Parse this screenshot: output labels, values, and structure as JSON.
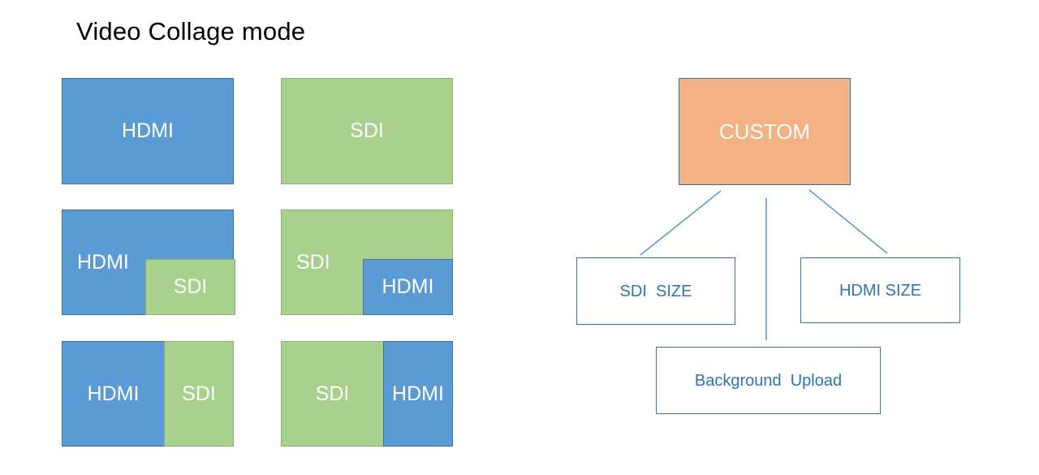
{
  "slide": {
    "title": "Video Collage mode",
    "background": "#ffffff"
  },
  "colors": {
    "hdmi_blue": "#5b9bd5",
    "hdmi_blue_border": "#41719c",
    "sdi_green": "#a9d18e",
    "sdi_green_border": "#8cb272",
    "custom_orange": "#f4b183",
    "accent_blue": "#2e74b5",
    "label_white": "#ffffff",
    "connector_blue": "#5b9bd5"
  },
  "collage_layouts": {
    "row1": {
      "left": {
        "name": "full-hdmi",
        "panes": [
          {
            "label": "HDMI",
            "color": "hdmi_blue"
          }
        ]
      },
      "right": {
        "name": "full-sdi",
        "panes": [
          {
            "label": "SDI",
            "color": "sdi_green"
          }
        ]
      }
    },
    "row2": {
      "left": {
        "name": "hdmi-base-sdi-pip",
        "base": {
          "label": "HDMI",
          "color": "hdmi_blue"
        },
        "inset": {
          "label": "SDI",
          "color": "sdi_green"
        }
      },
      "right": {
        "name": "sdi-base-hdmi-pip",
        "base": {
          "label": "SDI",
          "color": "sdi_green"
        },
        "inset": {
          "label": "HDMI",
          "color": "hdmi_blue"
        }
      }
    },
    "row3": {
      "left": {
        "name": "split-hdmi-sdi",
        "panes": [
          {
            "label": "HDMI",
            "color": "hdmi_blue"
          },
          {
            "label": "SDI",
            "color": "sdi_green"
          }
        ]
      },
      "right": {
        "name": "split-sdi-hdmi",
        "panes": [
          {
            "label": "SDI",
            "color": "sdi_green"
          },
          {
            "label": "HDMI",
            "color": "hdmi_blue"
          }
        ]
      }
    }
  },
  "custom_flow": {
    "root": {
      "label": "CUSTOM"
    },
    "children": [
      {
        "id": "sdi-size",
        "label": "SDI  SIZE"
      },
      {
        "id": "background-upload",
        "label": "Background  Upload"
      },
      {
        "id": "hdmi-size",
        "label": "HDMI SIZE"
      }
    ]
  }
}
